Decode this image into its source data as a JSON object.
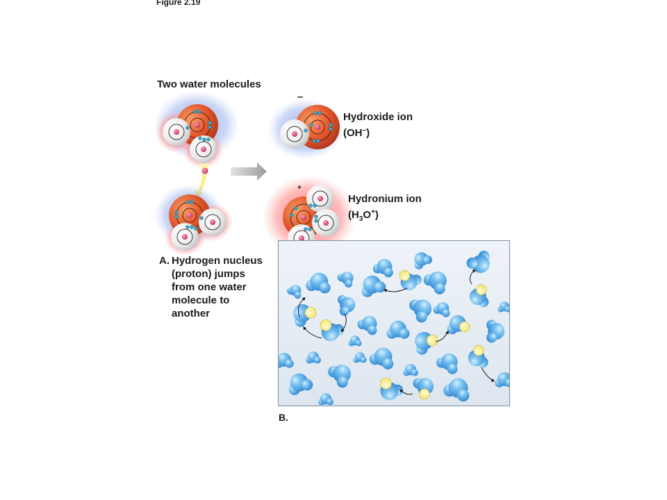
{
  "figure_number": "Figure 2.19",
  "panel_a": {
    "title": "Two water molecules",
    "caption_letter": "A.",
    "caption_lines": [
      "Hydrogen nucleus",
      "(proton) jumps",
      "from one water",
      "molecule to",
      "another"
    ]
  },
  "hydroxide": {
    "name": "Hydroxide ion",
    "formula": "(OH",
    "formula_sup": "–",
    "formula_close": ")",
    "charge": "–"
  },
  "hydronium": {
    "name": "Hydronium ion",
    "formula_open": "(H",
    "formula_sub": "3",
    "formula_mid": "O",
    "formula_sup": "+",
    "formula_close": ")",
    "charge": "+"
  },
  "panel_b": {
    "caption": "B."
  },
  "colors": {
    "oxygen": "#e2572b",
    "hydrogen": "#e8e8e8",
    "proton": "#d8406b",
    "electron": "#3fa8c8",
    "negative_glow": "#8fa8e6",
    "positive_glow": "#ff6b6b",
    "water_blue": "#4aa6e6",
    "transfer_yellow": "#f8ef8f"
  }
}
